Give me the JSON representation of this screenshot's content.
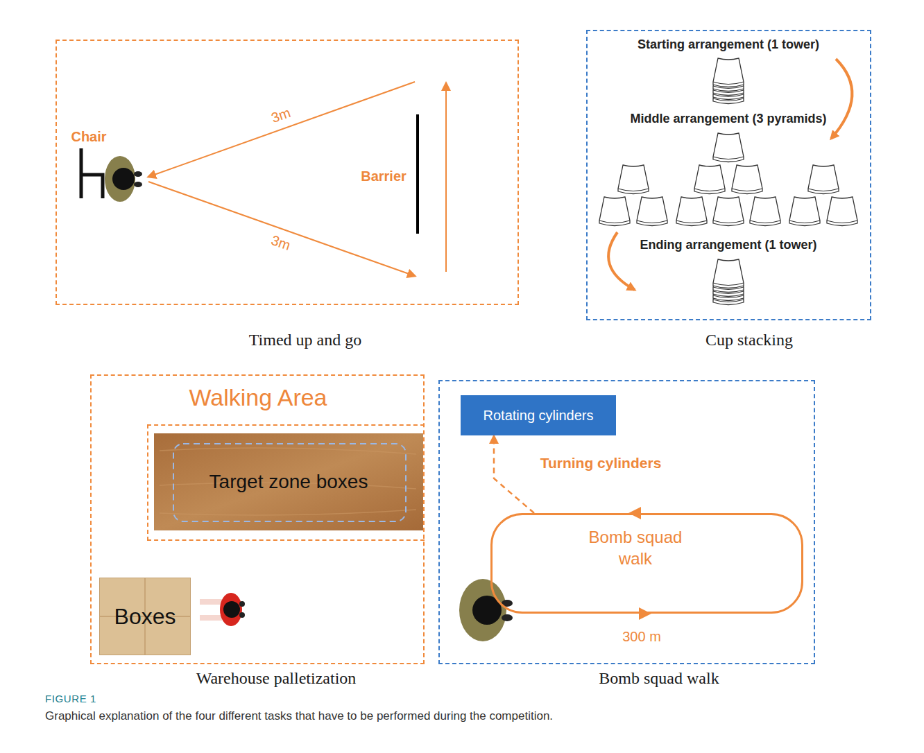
{
  "diagram": {
    "caption": "Graphical explanation of the four different tasks that have to be performed during the competition.",
    "nodes": [
      {
        "text": [
          "Timed up and go"
        ]
      },
      {
        "text": [
          "Cup stacking"
        ]
      },
      {
        "text": [
          "Walking Area",
          "Warehouse palletization"
        ]
      },
      {
        "text": [
          "Target zone boxes"
        ],
        "in": 2
      },
      {
        "text": [
          "Boxes"
        ],
        "in": 2
      },
      {
        "text": [
          "Bomb squad walk"
        ]
      },
      {
        "text": [
          "Rotating cylinders"
        ],
        "in": 5
      },
      {
        "text": [
          "Bomb squad walk"
        ],
        "in": 5
      }
    ],
    "edges": [
      {
        "from": 7,
        "to": 6,
        "arrow": "to",
        "label": "Turning cylinders"
      }
    ],
    "labels": [
      "Chair",
      "3m",
      "3m",
      "Barrier",
      "Starting arrangement (1 tower)",
      "Middle arrangement (3 pyramids)",
      "Ending arrangement (1 tower)",
      "300 m",
      "FIGURE 1"
    ]
  }
}
